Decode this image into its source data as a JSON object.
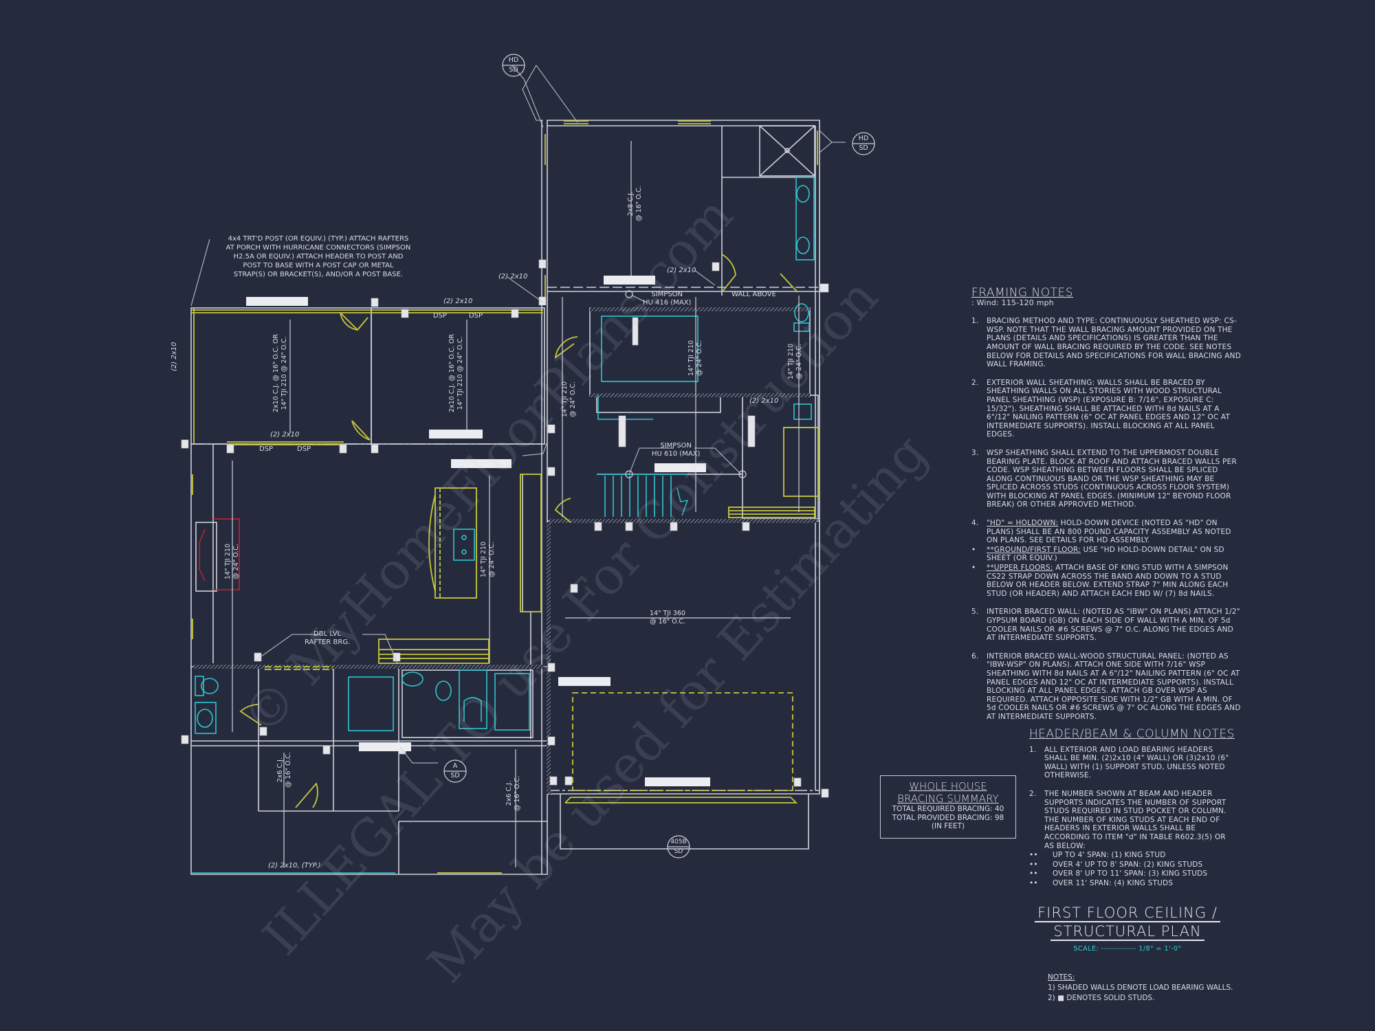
{
  "plan": {
    "title_line1": "FIRST FLOOR CEILING /",
    "title_line2": "STRUCTURAL PLAN",
    "scale": "SCALE: ------------- 1/8\" = 1'-0\"",
    "colors": {
      "background": "#252b3d",
      "walls": "#d8d9e2",
      "load_bearing": "#c8c83a",
      "fixtures": "#2fc6d0",
      "fireplace": "#d0202a"
    }
  },
  "callouts": {
    "porch_post_note": [
      "4x4 TRT'D POST (OR EQUIV.) (TYP.) ATTACH RAFTERS",
      "AT PORCH WITH HURRICANE CONNECTORS (SIMPSON",
      "H2.5A OR EQUIV.) ATTACH HEADER TO POST AND",
      "POST TO BASE WITH A POST CAP OR METAL",
      "STRAP(S) OR BRACKET(S), AND/OR A POST BASE."
    ],
    "hd_sd_top": [
      "HD",
      "SD"
    ],
    "hd_sd_right": [
      "HD",
      "SD"
    ],
    "section_a": [
      "A",
      "SD"
    ],
    "section_405b": [
      "405B",
      "SD"
    ],
    "simpson_hu416": [
      "SIMPSON",
      "HU 416 (MAX)"
    ],
    "simpson_hu610": [
      "SIMPSON",
      "HU 610 (MAX)"
    ],
    "wall_above": "WALL ABOVE",
    "dbl_lvl": [
      "DBL LVL",
      "RAFTER BRG."
    ],
    "header_2x10": "(2) 2x10",
    "header_2x10_typ": "(2) 2x10, (TYP.)",
    "dsp": "DSP",
    "joist_porch": [
      "2x10 C.J. @ 16\" O.C. OR",
      "14\" TJI 210 @ 24\" O.C."
    ],
    "joist_2x8": [
      "2x8 C.J.",
      "@ 16\" O.C."
    ],
    "joist_tji210": [
      "14\" TJI 210",
      "@ 24\" O.C."
    ],
    "joist_tji360": [
      "14\" TJI 360",
      "@ 16\" O.C."
    ],
    "joist_2x6": [
      "2x6 C.J.",
      "@ 16\" O.C."
    ]
  },
  "framing_notes": {
    "title": "FRAMING NOTES",
    "wind": ": Wind: 115-120 mph",
    "items": [
      {
        "num": "1.",
        "text": "BRACING METHOD AND TYPE: CONTINUOUSLY SHEATHED WSP: CS-WSP. NOTE THAT THE WALL BRACING AMOUNT PROVIDED ON THE PLANS (DETAILS AND SPECIFICATIONS) IS GREATER THAN THE AMOUNT OF WALL BRACING REQUIRED BY THE CODE. SEE NOTES BELOW FOR DETAILS AND SPECIFICATIONS FOR WALL BRACING AND WALL FRAMING."
      },
      {
        "num": "2.",
        "text": "EXTERIOR WALL SHEATHING: WALLS SHALL BE BRACED BY SHEATHING WALLS ON ALL STORIES WITH WOOD STRUCTURAL PANEL SHEATHING (WSP) (EXPOSURE B: 7/16\", EXPOSURE C: 15/32\"). SHEATHING SHALL BE ATTACHED WITH 8d NAILS AT A 6\"/12\" NAILING PATTERN (6\" OC AT PANEL EDGES AND 12\" OC AT INTERMEDIATE SUPPORTS). INSTALL BLOCKING AT ALL PANEL EDGES."
      },
      {
        "num": "3.",
        "text": "WSP SHEATHING SHALL EXTEND TO THE UPPERMOST DOUBLE BEARING PLATE. BLOCK AT ROOF AND ATTACH BRACED WALLS PER CODE. WSP SHEATHING BETWEEN FLOORS SHALL BE SPLICED ALONG CONTINUOUS BAND OR THE WSP SHEATHING MAY BE SPLICED ACROSS STUDS (CONTINUOUS ACROSS FLOOR SYSTEM) WITH BLOCKING AT PANEL EDGES. (MINIMUM 12\" BEYOND FLOOR BREAK) OR OTHER APPROVED METHOD."
      },
      {
        "num": "4.",
        "lead": "\"HD\" = HOLDOWN:",
        "text": " HOLD-DOWN DEVICE (NOTED AS \"HD\" ON PLANS) SHALL BE AN 800 POUND CAPACITY ASSEMBLY AS NOTED ON PLANS. SEE DETAILS FOR HD ASSEMBLY."
      },
      {
        "num": "•",
        "lead": "**GROUND/FIRST FLOOR:",
        "text": "  USE \"HD HOLD-DOWN DETAIL\" ON SD SHEET (OR EQUIV.)"
      },
      {
        "num": "•",
        "lead": "**UPPER FLOORS:",
        "text": " ATTACH BASE OF KING STUD WITH A SIMPSON CS22 STRAP DOWN ACROSS THE BAND AND DOWN TO A STUD BELOW OR HEADER BELOW.  EXTEND STRAP 7\" MIN ALONG EACH STUD (OR HEADER) AND ATTACH EACH END W/ (7) 8d NAILS."
      },
      {
        "num": "5.",
        "text": "INTERIOR BRACED WALL: (NOTED AS \"IBW\" ON PLANS) ATTACH 1/2\" GYPSUM BOARD (GB) ON EACH SIDE OF WALL WITH A MIN. OF 5d COOLER NAILS OR #6 SCREWS @ 7\" O.C. ALONG THE EDGES AND AT INTERMEDIATE SUPPORTS."
      },
      {
        "num": "6.",
        "text": "INTERIOR BRACED WALL-WOOD STRUCTURAL PANEL: (NOTED AS \"IBW-WSP\" ON PLANS). ATTACH ONE SIDE WITH 7/16\" WSP SHEATHING WITH 8d NAILS AT A 6\"/12\" NAILING PATTERN (6\" OC AT PANEL EDGES AND 12\" OC AT INTERMEDIATE SUPPORTS). INSTALL BLOCKING AT ALL PANEL EDGES. ATTACH GB OVER WSP AS REQUIRED. ATTACH OPPOSITE SIDE WITH 1/2\" GB WITH A MIN. OF 5d COOLER NAILS OR #6 SCREWS @ 7\" OC ALONG THE EDGES AND AT INTERMEDIATE SUPPORTS."
      }
    ]
  },
  "header_notes": {
    "title": "HEADER/BEAM & COLUMN NOTES",
    "items": [
      {
        "num": "1.",
        "text": "ALL EXTERIOR AND LOAD BEARING HEADERS SHALL BE MIN. (2)2x10 (4\" WALL) OR (3)2x10 (6\" WALL) WITH (1) SUPPORT STUD, UNLESS NOTED OTHERWISE."
      },
      {
        "num": "2.",
        "text": "THE NUMBER SHOWN AT BEAM AND HEADER SUPPORTS INDICATES THE NUMBER OF SUPPORT STUDS REQUIRED IN STUD POCKET OR COLUMN. THE NUMBER OF KING STUDS AT EACH END OF HEADERS IN EXTERIOR WALLS SHALL BE ACCORDING TO ITEM \"d\" IN TABLE R602.3(5) OR AS BELOW:"
      }
    ],
    "bullets": [
      "UP TO 4' SPAN: (1) KING STUD",
      "OVER 4' UP TO 8' SPAN: (2) KING STUDS",
      "OVER 8' UP TO 11' SPAN: (3) KING STUDS",
      "OVER 11' SPAN: (4) KING STUDS"
    ]
  },
  "bracing_summary": {
    "title_line1": "WHOLE HOUSE",
    "title_line2": "BRACING SUMMARY",
    "required": "TOTAL REQUIRED BRACING: 40",
    "provided": "TOTAL PROVIDED BRACING: 98",
    "units": "(IN FEET)"
  },
  "legend_notes": {
    "heading": "NOTES:",
    "line1": "1) SHADED WALLS DENOTE LOAD BEARING WALLS.",
    "line2": "2) ■ DENOTES SOLID STUDS."
  },
  "watermark": {
    "line1": "© MyHomeFloorPlans.com",
    "line2": "ILLEGAL TO use For Construction",
    "line3": "May be used for Estimating"
  }
}
